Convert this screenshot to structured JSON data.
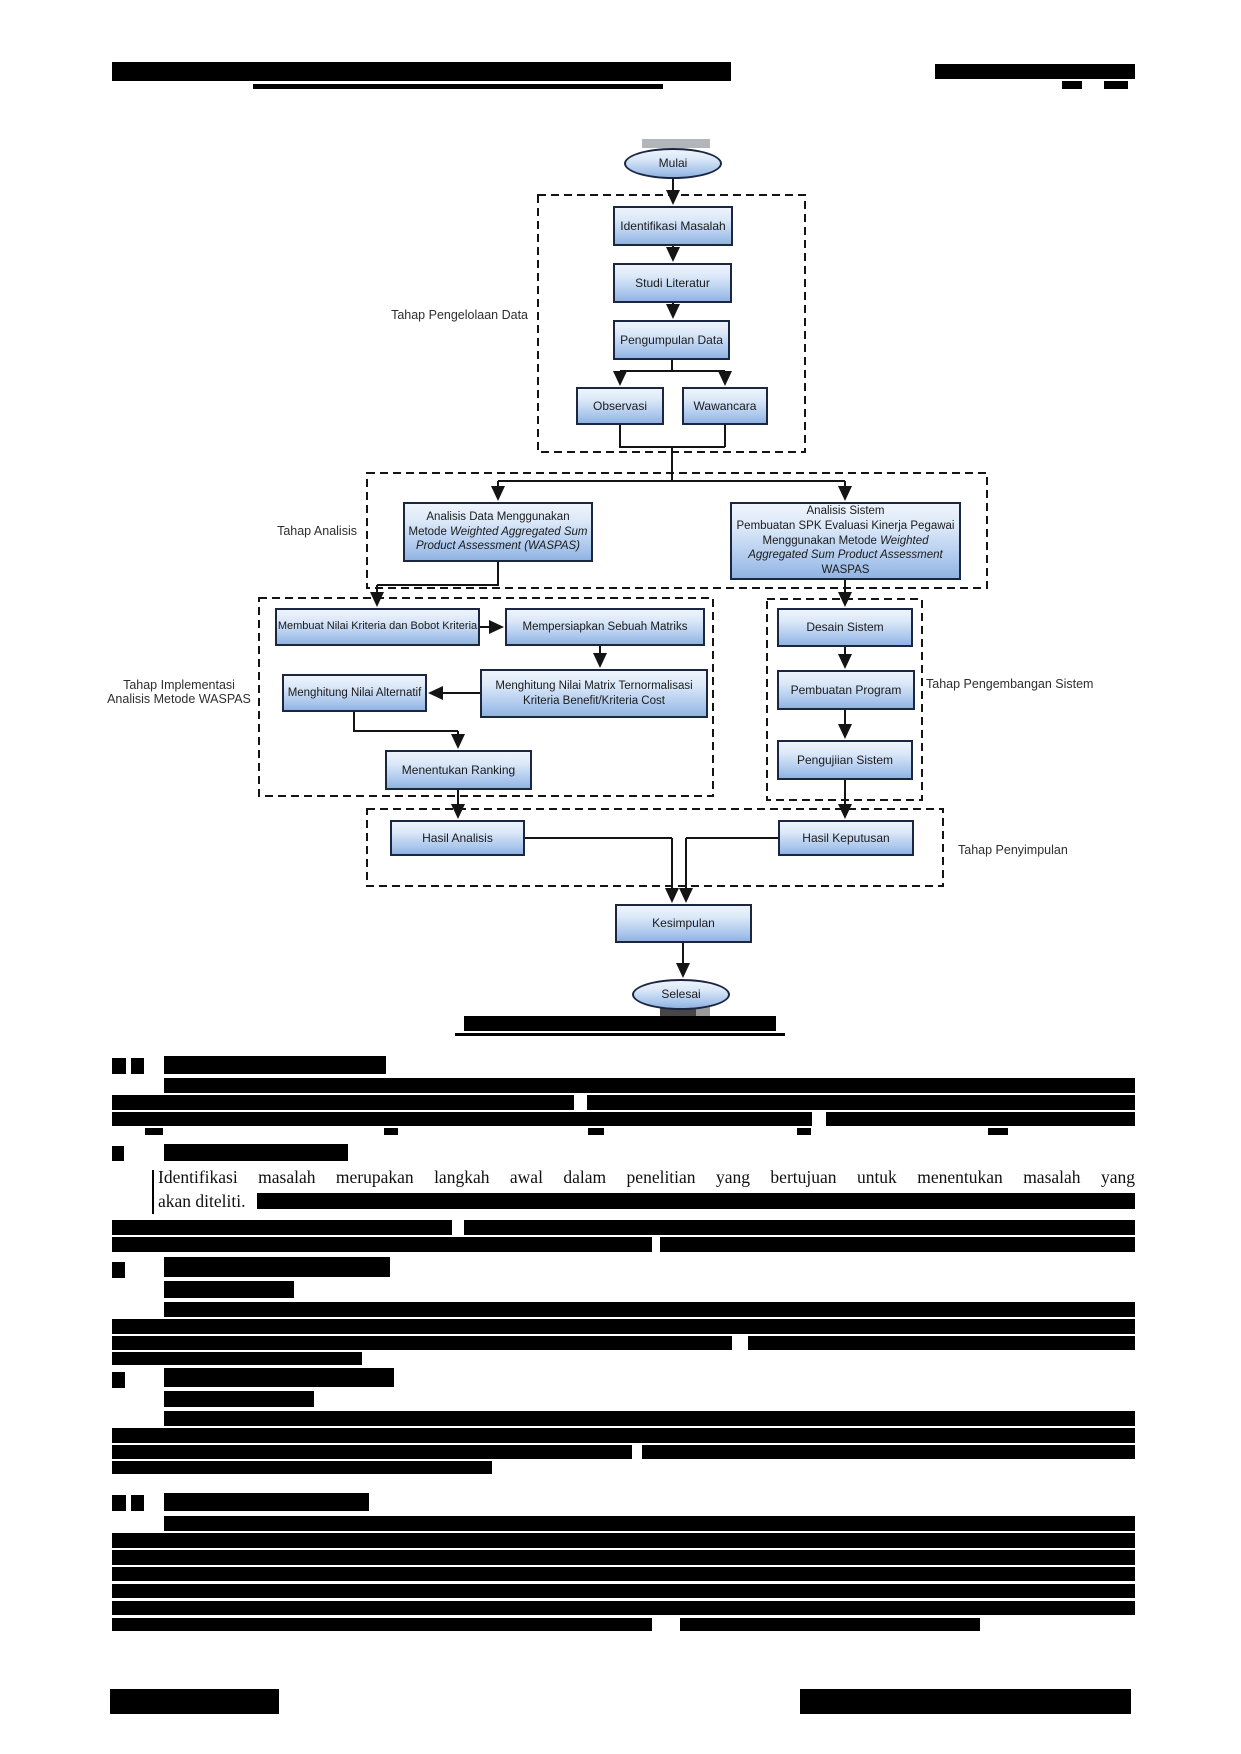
{
  "figure": {
    "nodes": {
      "mulai": {
        "label": "Mulai"
      },
      "identifikasi": {
        "label": "Identifikasi Masalah"
      },
      "studi": {
        "label": "Studi Literatur"
      },
      "pengumpulan": {
        "label": "Pengumpulan Data"
      },
      "observasi": {
        "label": "Observasi"
      },
      "wawancara": {
        "label": "Wawancara"
      },
      "analisis_data": {
        "l1": "Analisis Data Menggunakan",
        "l2a": "Metode ",
        "l2b": "Weighted Aggregated Sum",
        "l3": "Product Assessment (WASPAS)"
      },
      "analisis_sistem": {
        "l1": "Analisis Sistem",
        "l2": "Pembuatan SPK Evaluasi Kinerja Pegawai",
        "l3a": "Menggunakan Metode ",
        "l3b": "Weighted",
        "l4": "Aggregated Sum Product Assessment",
        "l5": "WASPAS"
      },
      "membuat": {
        "label": "Membuat Nilai Kriteria dan Bobot Kriteria"
      },
      "mempersiapkan": {
        "label": "Mempersiapkan Sebuah Matriks"
      },
      "ternormalisasi": {
        "l1": "Menghitung Nilai Matrix Ternormalisasi",
        "l2": "Kriteria Benefit/Kriteria Cost"
      },
      "alternatif": {
        "label": "Menghitung Nilai Alternatif"
      },
      "ranking": {
        "label": "Menentukan Ranking"
      },
      "desain": {
        "label": "Desain Sistem"
      },
      "program": {
        "label": "Pembuatan Program"
      },
      "pengujian": {
        "label": "Pengujiian Sistem"
      },
      "hasil_analisis": {
        "label": "Hasil Analisis"
      },
      "hasil_keputusan": {
        "label": "Hasil Keputusan"
      },
      "kesimpulan": {
        "label": "Kesimpulan"
      },
      "selesai": {
        "label": "Selesai"
      }
    },
    "stages": {
      "pengelolaan": "Tahap Pengelolaan Data",
      "analisis": "Tahap Analisis",
      "implementasi_l1": "Tahap Implementasi",
      "implementasi_l2": "Analisis Metode WASPAS",
      "pengembangan": "Tahap Pengembangan Sistem",
      "penyimpulan": "Tahap Penyimpulan"
    },
    "style": {
      "node_fill_top": "#eef4fc",
      "node_fill_bottom": "#90b3e2",
      "node_border": "#1b2740",
      "line_color": "#141414",
      "redaction_color": "#000000"
    }
  },
  "body": {
    "para_line1": "Identifikasi masalah merupakan langkah awal dalam penelitian yang bertujuan untuk menentukan masalah yang",
    "para_line2": "akan diteliti."
  }
}
